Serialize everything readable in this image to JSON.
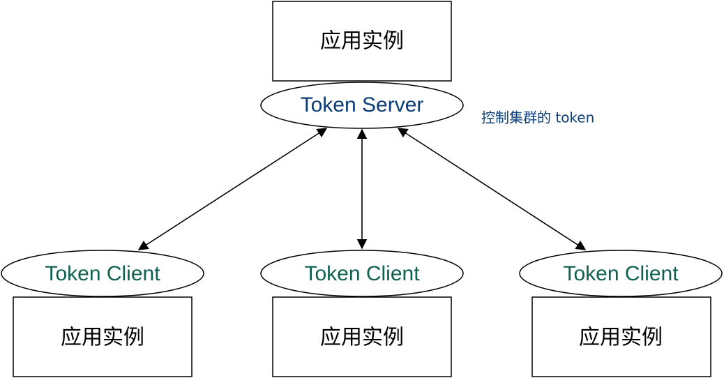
{
  "server": {
    "app_label": "应用实例",
    "label": "Token Server",
    "note": "控制集群的 token"
  },
  "clients": [
    {
      "label": "Token Client",
      "app_label": "应用实例"
    },
    {
      "label": "Token Client",
      "app_label": "应用实例"
    },
    {
      "label": "Token Client",
      "app_label": "应用实例"
    }
  ],
  "colors": {
    "server_text": "#0b3d78",
    "client_text": "#106050",
    "line": "#000000"
  }
}
